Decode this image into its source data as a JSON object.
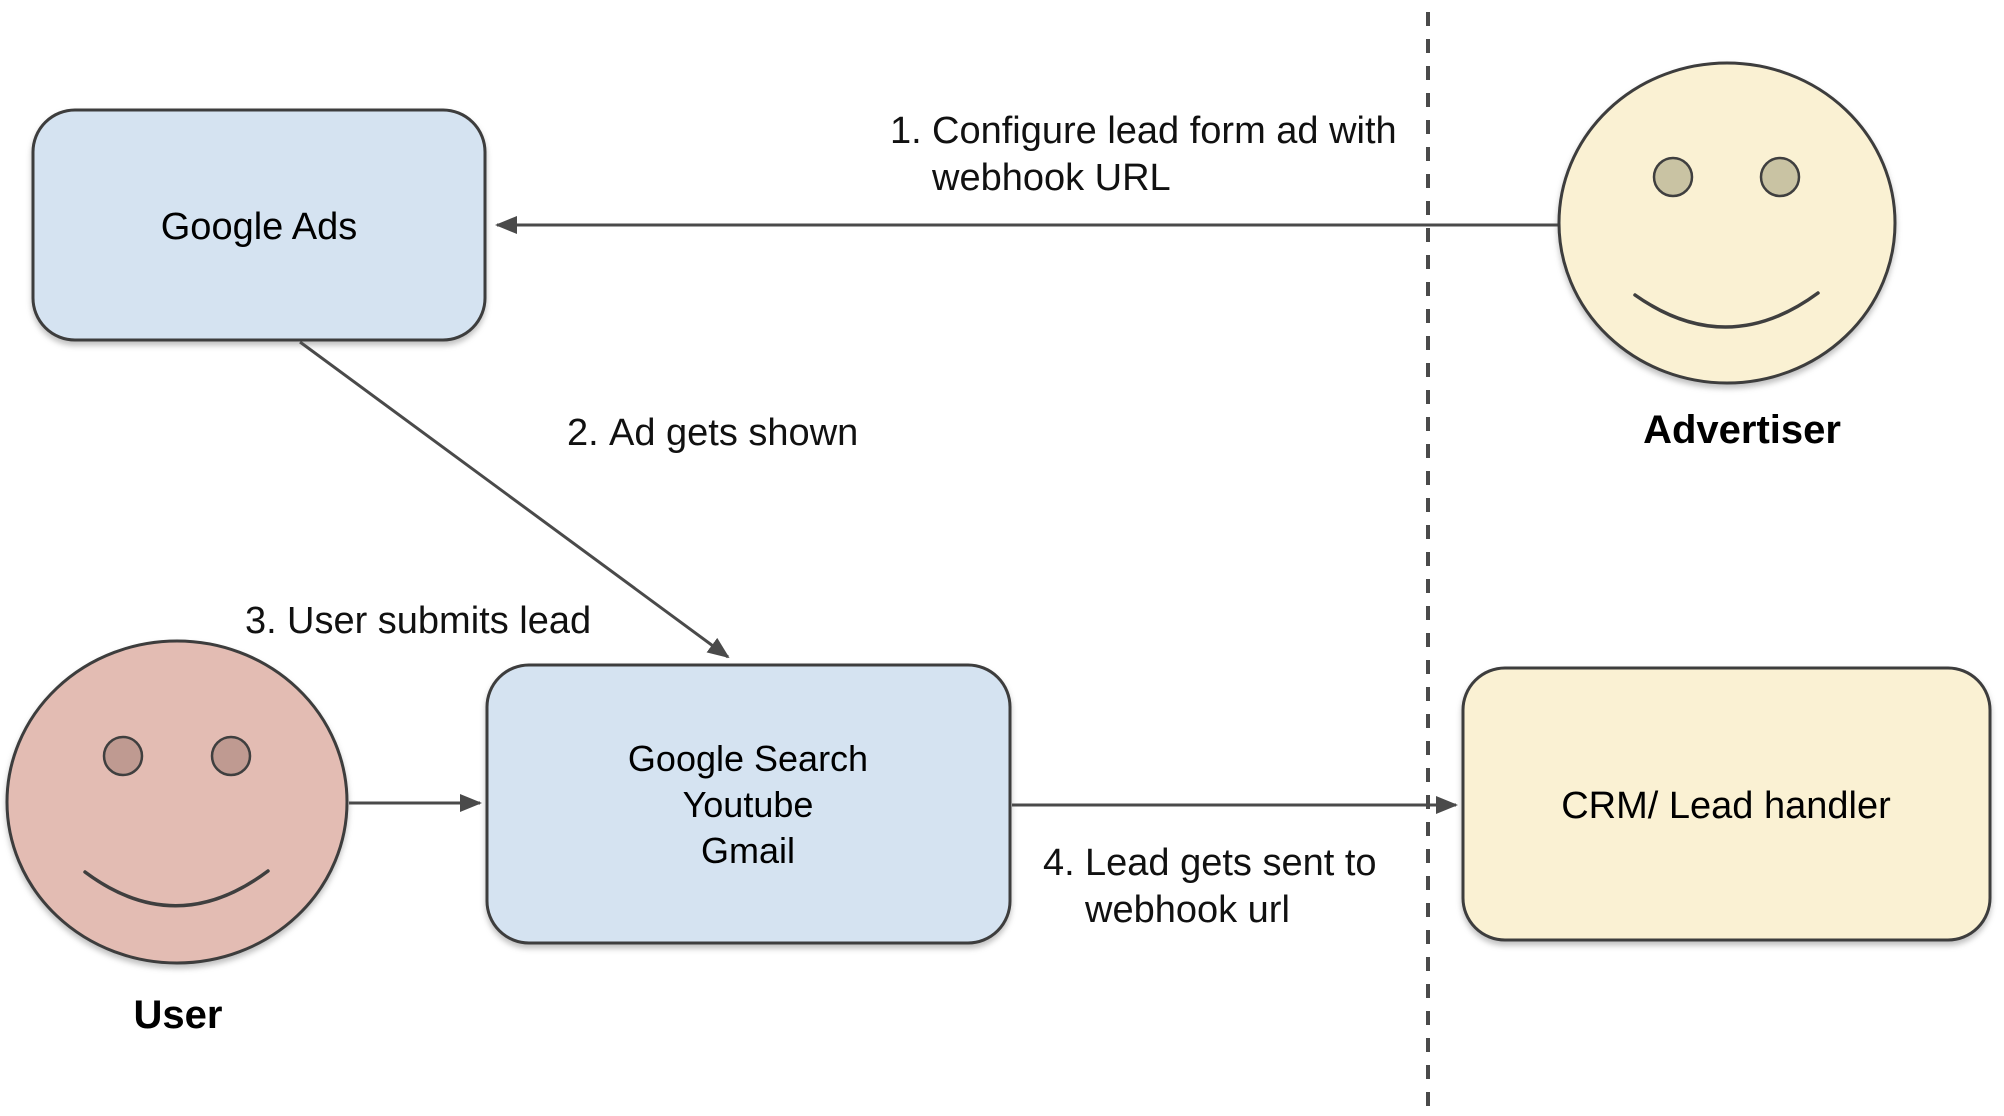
{
  "colors": {
    "node_blue": "#d5e3f1",
    "node_yellow": "#faf1d3",
    "face_pink": "#e3bcb3",
    "eye_pink": "#bf9a91",
    "eye_tan": "#c9c3a3",
    "outline": "#3d3d3d",
    "arrow": "#4a4a4a",
    "text": "#000000"
  },
  "nodes": {
    "google_ads": {
      "label": "Google Ads"
    },
    "google_surfaces": {
      "lines": [
        "Google Search",
        "Youtube",
        "Gmail"
      ]
    },
    "crm": {
      "label": "CRM/ Lead handler"
    }
  },
  "actors": {
    "user": {
      "label": "User"
    },
    "advertiser": {
      "label": "Advertiser"
    }
  },
  "steps": {
    "s1": {
      "num": "1.",
      "line1": "Configure lead form ad with",
      "line2": "webhook URL"
    },
    "s2": {
      "num": "2.",
      "text": "Ad gets shown"
    },
    "s3": {
      "num": "3.",
      "text": "User submits lead"
    },
    "s4": {
      "num": "4.",
      "line1": "Lead gets sent to",
      "line2": "webhook url"
    }
  }
}
